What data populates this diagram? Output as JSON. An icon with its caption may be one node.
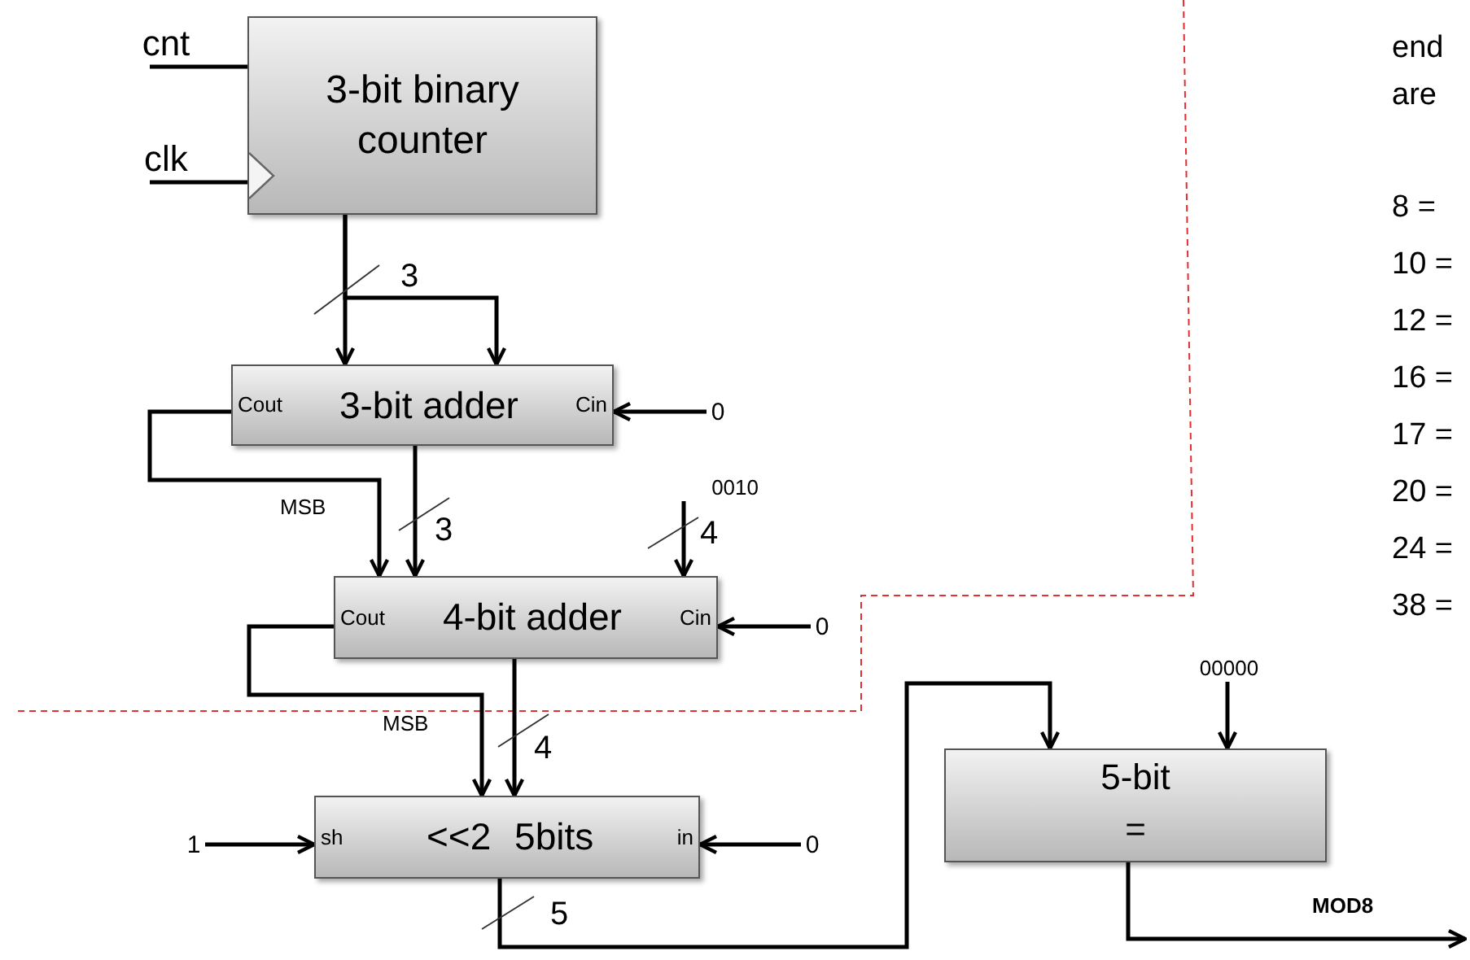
{
  "diagram": {
    "nodes": [
      {
        "text": [
          "3-bit binary counter"
        ]
      },
      {
        "text": [
          "cnt"
        ]
      },
      {
        "text": [
          "clk"
        ]
      },
      {
        "text": [
          "Cout",
          "3-bit adder",
          "Cin"
        ]
      },
      {
        "text": [
          "0"
        ]
      },
      {
        "text": [
          "Cout",
          "4-bit adder",
          "Cin"
        ]
      },
      {
        "text": [
          "0010"
        ]
      },
      {
        "text": [
          "0"
        ]
      },
      {
        "text": [
          "sh",
          "<<2 5bits",
          "in"
        ]
      },
      {
        "text": [
          "1"
        ]
      },
      {
        "text": [
          "0"
        ]
      },
      {
        "text": [
          "5-bit",
          "="
        ]
      },
      {
        "text": [
          "00000"
        ]
      }
    ],
    "edges": [
      {
        "from": 1,
        "to": 0,
        "arrow": "none"
      },
      {
        "from": 2,
        "to": 0,
        "arrow": "none"
      },
      {
        "from": 0,
        "to": 3,
        "arrow": "to"
      },
      {
        "from": 0,
        "to": 3,
        "arrow": "to",
        "label": "3"
      },
      {
        "from": 4,
        "to": 3,
        "arrow": "to"
      },
      {
        "from": 3,
        "to": 5,
        "arrow": "to",
        "label": "MSB"
      },
      {
        "from": 3,
        "to": 5,
        "arrow": "to",
        "label": "3"
      },
      {
        "from": 6,
        "to": 5,
        "arrow": "to",
        "label": "4"
      },
      {
        "from": 7,
        "to": 5,
        "arrow": "to"
      },
      {
        "from": 5,
        "to": 8,
        "arrow": "to",
        "label": "MSB"
      },
      {
        "from": 5,
        "to": 8,
        "arrow": "to",
        "label": "4"
      },
      {
        "from": 9,
        "to": 8,
        "arrow": "to"
      },
      {
        "from": 10,
        "to": 8,
        "arrow": "to"
      },
      {
        "from": 8,
        "to": 11,
        "arrow": "to",
        "label": "5"
      },
      {
        "from": 12,
        "to": 11,
        "arrow": "to"
      },
      {
        "from": 11,
        "to": null,
        "arrow": "to",
        "label": "MOD8"
      }
    ],
    "labels": [
      "end",
      "are",
      "8 =",
      "10 =",
      "12 =",
      "16 =",
      "17 =",
      "20 =",
      "24 =",
      "38 ="
    ]
  }
}
